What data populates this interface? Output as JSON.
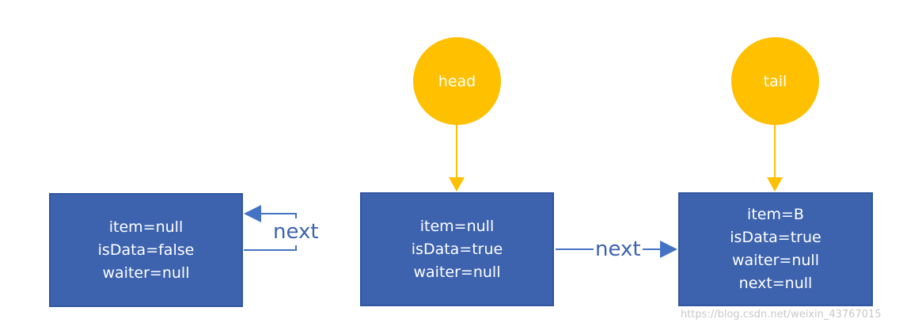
{
  "nodes": [
    {
      "lines": [
        "item=null",
        "isData=false",
        "waiter=null"
      ]
    },
    {
      "lines": [
        "item=null",
        "isData=true",
        "waiter=null"
      ]
    },
    {
      "lines": [
        "item=B",
        "isData=true",
        "waiter=null",
        "next=null"
      ]
    }
  ],
  "pointers": {
    "head": "head",
    "tail": "tail"
  },
  "edges": {
    "self_next": "next",
    "next": "next"
  },
  "colors": {
    "node_fill": "#3d63ae",
    "pointer_fill": "#ffc000",
    "link": "#4472c4",
    "pointer_arrow": "#ffc000"
  },
  "watermark": "https://blog.csdn.net/weixin_43767015"
}
